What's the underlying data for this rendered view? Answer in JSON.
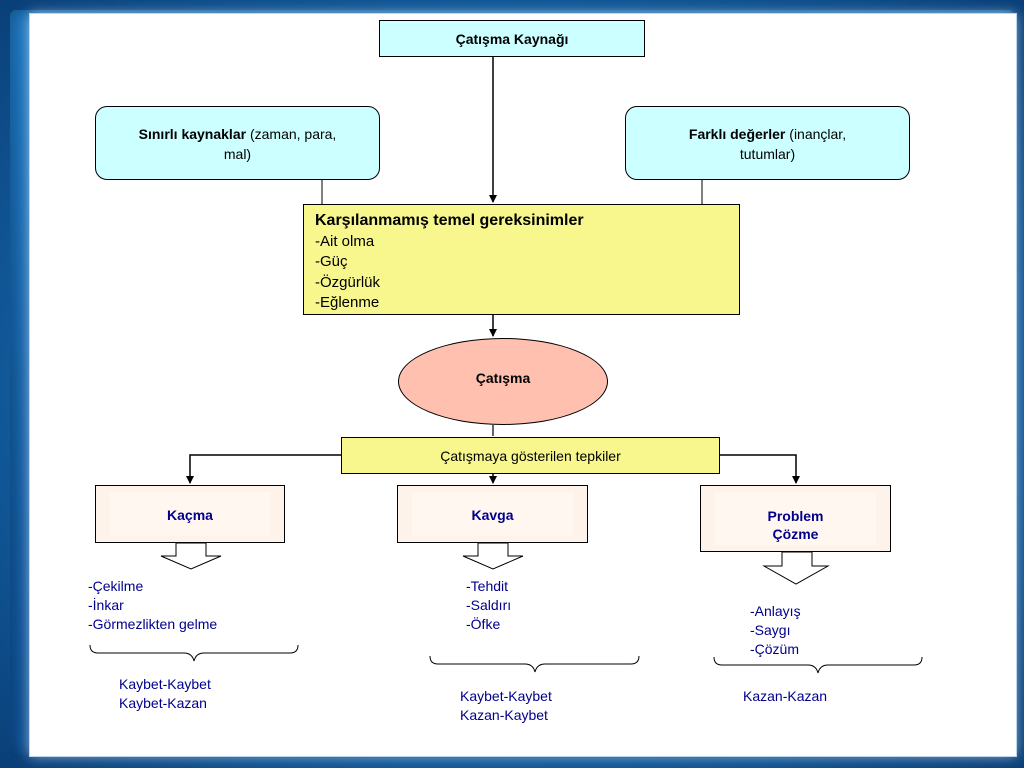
{
  "source": {
    "label": "Çatışma Kaynağı"
  },
  "limited_resources": {
    "bold": "Sınırlı kaynaklar",
    "rest": " (zaman, para, mal)"
  },
  "different_values": {
    "bold": "Farklı değerler",
    "rest": " (inançlar, tutumlar)"
  },
  "needs": {
    "title": "Karşılanmamış temel gereksinimler",
    "items": [
      "-Ait olma",
      "-Güç",
      "-Özgürlük",
      "-Eğlenme"
    ]
  },
  "conflict": {
    "label": "Çatışma"
  },
  "reactions": {
    "label": "Çatışmaya gösterilen tepkiler"
  },
  "strategies": [
    {
      "label": "Kaçma",
      "items": [
        "-Çekilme",
        "-İnkar",
        "-Görmezlikten gelme"
      ],
      "outcomes": [
        "Kaybet-Kaybet",
        "Kaybet-Kazan"
      ]
    },
    {
      "label": "Kavga",
      "items": [
        "-Tehdit",
        "-Saldırı",
        "-Öfke"
      ],
      "outcomes": [
        "Kaybet-Kaybet",
        "Kazan-Kaybet"
      ]
    },
    {
      "label_lines": [
        "Problem",
        "Çözme"
      ],
      "items": [
        "-Anlayış",
        "-Saygı",
        "-Çözüm"
      ],
      "outcomes": [
        "Kazan-Kazan"
      ]
    }
  ],
  "colors": {
    "source_fill": "#ccffff",
    "needs_fill": "#f7f78d",
    "conflict_fill": "#ffc0b0",
    "strategy_text": "#00008b",
    "background": "#1464a8"
  }
}
